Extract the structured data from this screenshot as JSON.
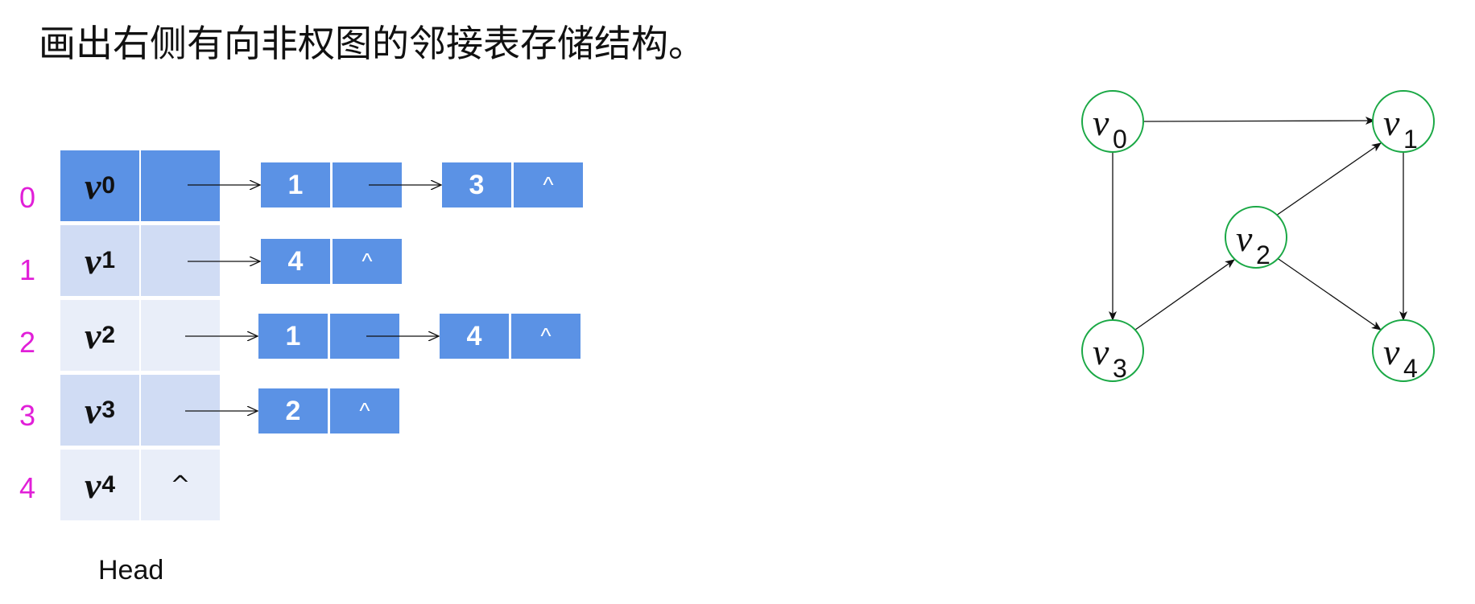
{
  "title": "画出右侧有向非权图的邻接表存储结构。",
  "head_label": "Head",
  "nil_symbol": "^",
  "vertex_letter": "v",
  "indices": [
    "0",
    "1",
    "2",
    "3",
    "4"
  ],
  "rows": [
    {
      "vertex_sub": "0",
      "adj": [
        "1",
        "3"
      ]
    },
    {
      "vertex_sub": "1",
      "adj": [
        "4"
      ]
    },
    {
      "vertex_sub": "2",
      "adj": [
        "1",
        "4"
      ]
    },
    {
      "vertex_sub": "3",
      "adj": [
        "2"
      ]
    },
    {
      "vertex_sub": "4",
      "adj": []
    }
  ],
  "graph": {
    "vertices": [
      {
        "id": 0,
        "sub": "0"
      },
      {
        "id": 1,
        "sub": "1"
      },
      {
        "id": 2,
        "sub": "2"
      },
      {
        "id": 3,
        "sub": "3"
      },
      {
        "id": 4,
        "sub": "4"
      }
    ],
    "edges": [
      [
        0,
        1
      ],
      [
        0,
        3
      ],
      [
        1,
        4
      ],
      [
        2,
        1
      ],
      [
        2,
        4
      ],
      [
        3,
        2
      ]
    ]
  },
  "colors": {
    "node_blue": "#5b92e5",
    "row_dark": "#5b92e5",
    "row_mid": "#d0dcf4",
    "row_light": "#e9eef9",
    "index_magenta": "#e11fd8",
    "circle_green": "#1aa845"
  }
}
